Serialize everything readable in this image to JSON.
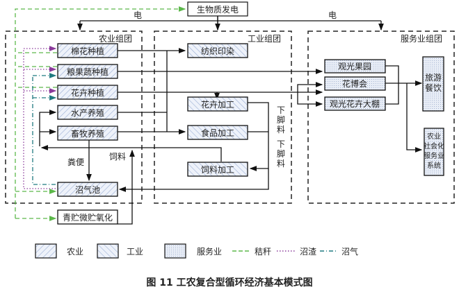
{
  "colors": {
    "straw": "#5cb84a",
    "residue": "#8a3a9a",
    "biogas": "#1f7a80",
    "line": "#111111",
    "agri_fill": "#e6ecf6",
    "serv_fill": "#e3e8f2"
  },
  "top": {
    "power_plant": "生物质发电",
    "elec_left": "电",
    "elec_right": "电"
  },
  "groups": {
    "agri": "农业组团",
    "ind": "工业组团",
    "serv": "服务业组团"
  },
  "agri_nodes": [
    "棉花种植",
    "粮果蔬种植",
    "花卉种植",
    "水产养殖",
    "畜牧养殖",
    "沼气池"
  ],
  "ind_nodes": [
    "纺织印染",
    "花卉加工",
    "食品加工",
    "饲料加工"
  ],
  "serv_nodes": [
    "观光果园",
    "花博会",
    "观光花卉大棚"
  ],
  "serv_right": {
    "tourism": [
      "旅游",
      "餐饮"
    ],
    "social": [
      "农业",
      "社会化",
      "服务业",
      "系统"
    ]
  },
  "silage": "青贮微贮氧化",
  "edge_labels": {
    "manure": "粪便",
    "feed": "饲料",
    "scraps1": [
      "下",
      "脚",
      "料"
    ],
    "scraps2": [
      "下",
      "脚",
      "料"
    ]
  },
  "legend": [
    {
      "label": "农业",
      "kind": "agri"
    },
    {
      "label": "工业",
      "kind": "ind"
    },
    {
      "label": "服务业",
      "kind": "serv"
    },
    {
      "label": "秸秆",
      "kind": "straw"
    },
    {
      "label": "沼渣",
      "kind": "residue"
    },
    {
      "label": "沼气",
      "kind": "biogas"
    }
  ],
  "caption": "图 11   工农复合型循环经济基本模式图"
}
